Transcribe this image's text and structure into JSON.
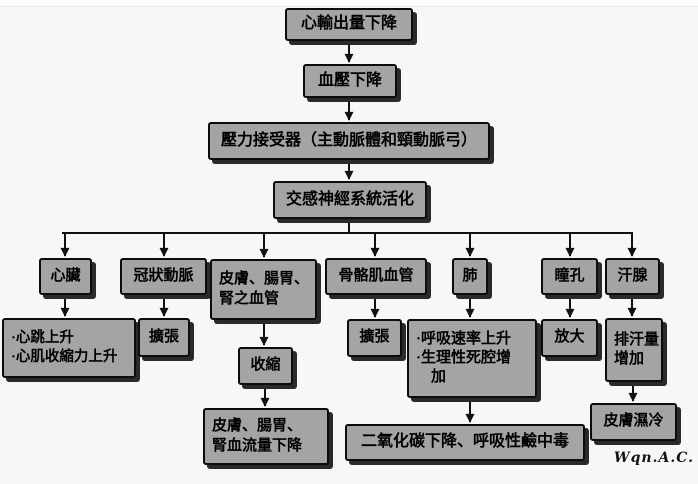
{
  "colors": {
    "background": "#f7f7f7",
    "node_fill": "#a4a4a4",
    "node_border": "#0c0c0c",
    "node_shadow": "#2a2a2a",
    "connector": "#111111",
    "text": "#000000"
  },
  "nodes": {
    "cardiac_output_drop": "心輸出量下降",
    "blood_pressure_drop": "血壓下降",
    "baroreceptor": "壓力接受器（主動脈體和頸動脈弓）",
    "sympathetic_activation": "交感神經系統活化",
    "heart": "心臟",
    "coronary_artery": "冠狀動脈",
    "skin_gi_kidney_vessels": "皮膚、腸胃、\n腎之血管",
    "skeletal_muscle_vessels": "骨骼肌血管",
    "lung": "肺",
    "pupil": "瞳孔",
    "sweat_gland": "汗腺",
    "heart_effects": "·心跳上升\n·心肌收縮力上升",
    "coronary_effect": "擴張",
    "skin_vessel_effect": "收縮",
    "skeletal_effect": "擴張",
    "lung_effects": "·呼吸速率上升\n·生理性死腔增\n　加",
    "pupil_effect": "放大",
    "sweat_effect": "排汗量\n增加",
    "blood_flow_drop": "皮膚、腸胃、\n腎血流量下降",
    "co2_drop": "二氧化碳下降、呼吸性鹼中毒",
    "clammy_skin": "皮膚濕冷"
  },
  "edges": [
    {
      "from": "cardiac_output_drop",
      "to": "blood_pressure_drop"
    },
    {
      "from": "blood_pressure_drop",
      "to": "baroreceptor"
    },
    {
      "from": "baroreceptor",
      "to": "sympathetic_activation"
    },
    {
      "from": "sympathetic_activation",
      "to": "heart"
    },
    {
      "from": "sympathetic_activation",
      "to": "coronary_artery"
    },
    {
      "from": "sympathetic_activation",
      "to": "skin_gi_kidney_vessels"
    },
    {
      "from": "sympathetic_activation",
      "to": "skeletal_muscle_vessels"
    },
    {
      "from": "sympathetic_activation",
      "to": "lung"
    },
    {
      "from": "sympathetic_activation",
      "to": "pupil"
    },
    {
      "from": "sympathetic_activation",
      "to": "sweat_gland"
    },
    {
      "from": "heart",
      "to": "heart_effects"
    },
    {
      "from": "coronary_artery",
      "to": "coronary_effect"
    },
    {
      "from": "skin_gi_kidney_vessels",
      "to": "skin_vessel_effect"
    },
    {
      "from": "skin_vessel_effect",
      "to": "blood_flow_drop"
    },
    {
      "from": "skeletal_muscle_vessels",
      "to": "skeletal_effect"
    },
    {
      "from": "lung",
      "to": "lung_effects"
    },
    {
      "from": "lung_effects",
      "to": "co2_drop"
    },
    {
      "from": "pupil",
      "to": "pupil_effect"
    },
    {
      "from": "sweat_gland",
      "to": "sweat_effect"
    },
    {
      "from": "sweat_effect",
      "to": "clammy_skin"
    }
  ],
  "watermark": "Wqn.A.C."
}
